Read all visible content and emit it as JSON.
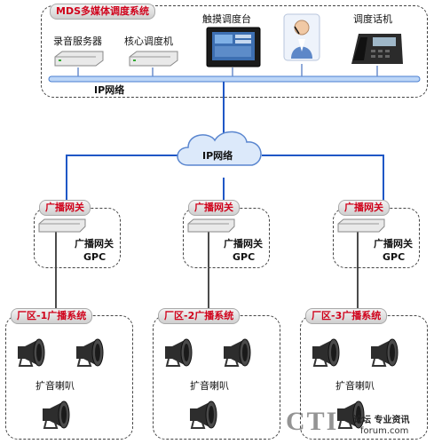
{
  "mds": {
    "title": "MDS多媒体调度系统",
    "devices": [
      "录音服务器",
      "核心调度机",
      "触摸调度台",
      "调度话机"
    ],
    "bus_label": "IP网络"
  },
  "cloud_label": "IP网络",
  "gateways": [
    {
      "title": "广播网关",
      "label1": "广播网关",
      "label2": "GPC"
    },
    {
      "title": "广播网关",
      "label1": "广播网关",
      "label2": "GPC"
    },
    {
      "title": "广播网关",
      "label1": "广播网关",
      "label2": "GPC"
    }
  ],
  "zones": [
    {
      "title": "厂区-1广播系统",
      "speaker_label": "扩音喇叭"
    },
    {
      "title": "厂区-2广播系统",
      "speaker_label": "扩音喇叭"
    },
    {
      "title": "厂区-3广播系统",
      "speaker_label": "扩音喇叭"
    }
  ],
  "watermark": {
    "logo": "CTI",
    "text1": "论坛 专业资讯",
    "text2": "forum.com"
  },
  "colors": {
    "link_blue": "#1f57c6",
    "title_red": "#d0021b"
  }
}
